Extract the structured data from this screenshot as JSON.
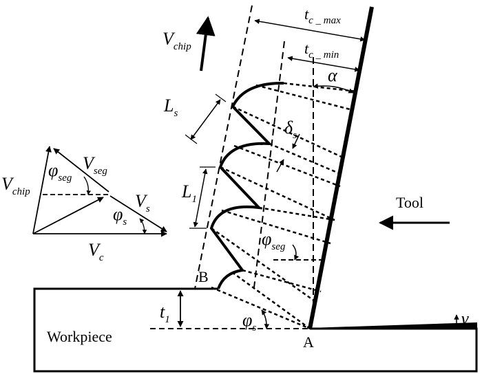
{
  "diagram": {
    "labels": {
      "v_chip": "V",
      "v_chip_sub": "chip",
      "tc_max": "t",
      "tc_max_sub": "c _ max",
      "tc_min": "t",
      "tc_min_sub": "c _ min",
      "alpha": "α",
      "gamma": "γ",
      "ls": "L",
      "ls_sub": "s",
      "l1": "L",
      "l1_sub": "1",
      "delta_s": "δ",
      "delta_s_sub": "s",
      "phi_seg": "φ",
      "phi_seg_sub": "seg",
      "phi_s": "φ",
      "phi_s_sub": "s",
      "t1": "t",
      "t1_sub": "1",
      "point_a": "A",
      "point_b": "B",
      "tool": "Tool",
      "workpiece": "Workpiece"
    },
    "velocity_triangle": {
      "v_seg": "V",
      "v_seg_sub": "seg",
      "v_s": "V",
      "v_s_sub": "s",
      "v_chip": "V",
      "v_chip_sub": "chip",
      "v_c": "V",
      "v_c_sub": "c",
      "phi_seg": "φ",
      "phi_seg_sub": "seg",
      "phi_s": "φ",
      "phi_s_sub": "s"
    }
  }
}
